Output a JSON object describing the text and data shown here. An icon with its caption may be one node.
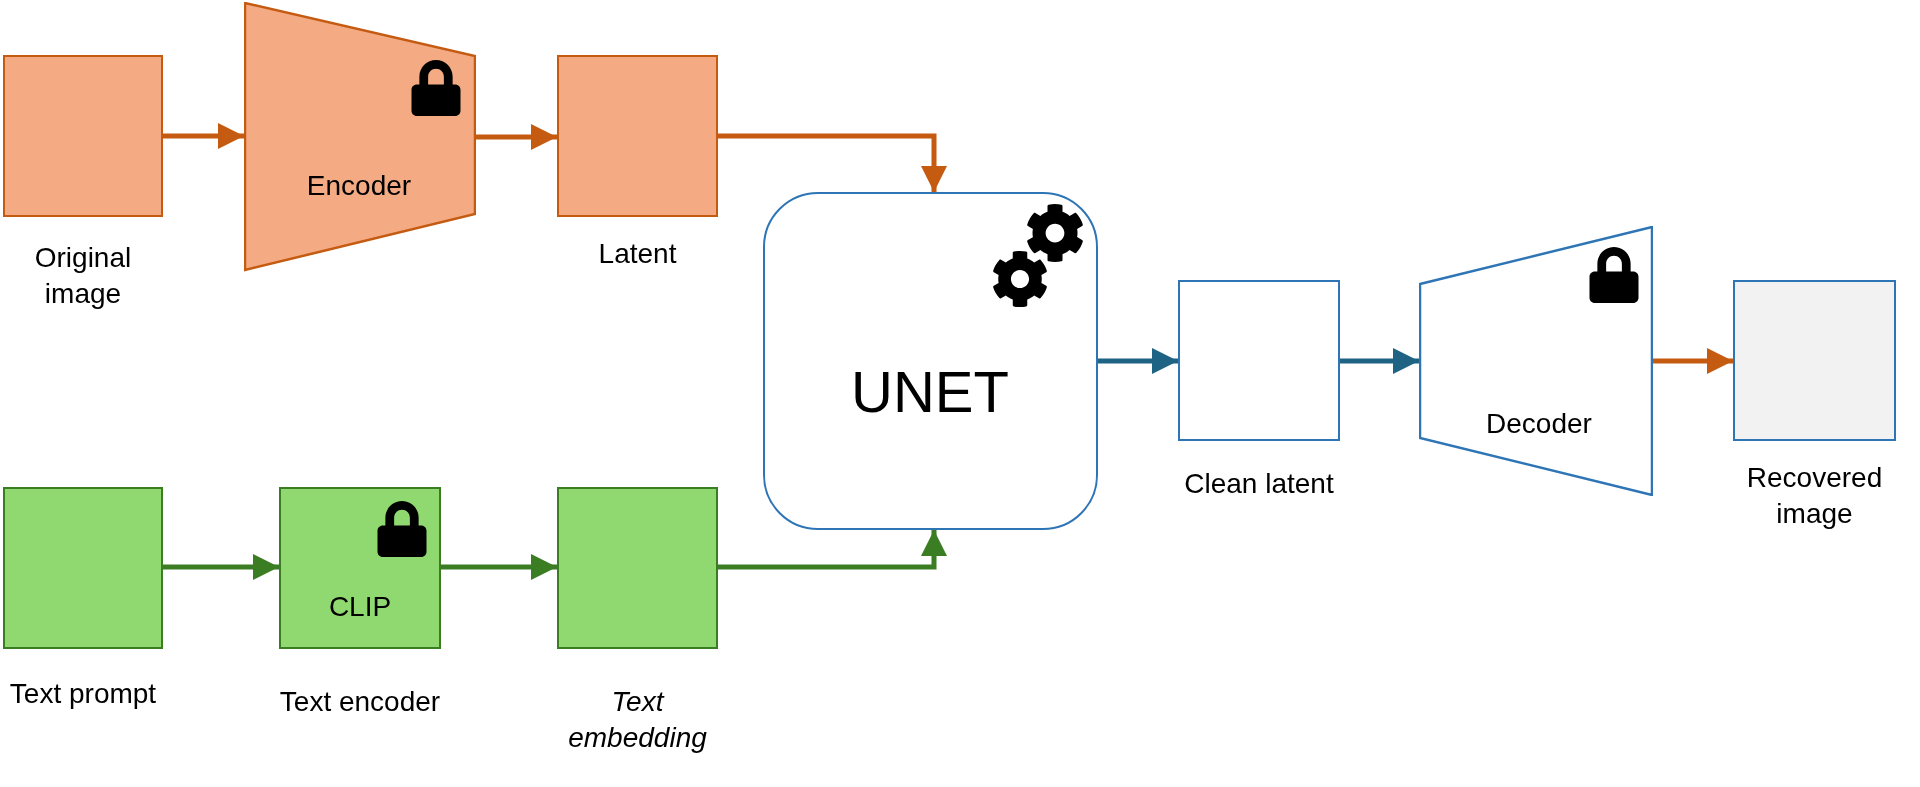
{
  "diagram": {
    "nodes": [
      {
        "text": [],
        "shape": "box",
        "beside": [
          "Original image"
        ]
      },
      {
        "text": [
          "Encoder"
        ]
      },
      {
        "text": [],
        "shape": "box",
        "beside": [
          "Latent"
        ]
      },
      {
        "text": [
          "UNET"
        ]
      },
      {
        "text": [],
        "shape": "box",
        "beside": [
          "Clean latent"
        ]
      },
      {
        "text": [
          "Decoder"
        ]
      },
      {
        "text": [],
        "shape": "box",
        "beside": [
          "Recovered image"
        ]
      },
      {
        "text": [],
        "shape": "box",
        "beside": [
          "Text prompt"
        ]
      },
      {
        "text": [
          "CLIP"
        ],
        "beside": [
          "Text encoder"
        ]
      },
      {
        "text": [],
        "shape": "box",
        "beside": [
          "Text embedding"
        ]
      }
    ],
    "edges": [
      {
        "from": 0,
        "to": 1,
        "arrow": "to",
        "color": "#c55a11"
      },
      {
        "from": 1,
        "to": 2,
        "arrow": "to",
        "color": "#c55a11"
      },
      {
        "from": 2,
        "to": 3,
        "arrow": "to",
        "color": "#c55a11"
      },
      {
        "from": 7,
        "to": 8,
        "arrow": "to",
        "color": "#3b7d23"
      },
      {
        "from": 8,
        "to": 9,
        "arrow": "to",
        "color": "#3b7d23"
      },
      {
        "from": 9,
        "to": 3,
        "arrow": "to",
        "color": "#3b7d23"
      },
      {
        "from": 3,
        "to": 4,
        "arrow": "to",
        "color": "#1f6384"
      },
      {
        "from": 4,
        "to": 5,
        "arrow": "to",
        "color": "#1f6384"
      },
      {
        "from": 5,
        "to": 6,
        "arrow": "to",
        "color": "#c55a11"
      }
    ]
  }
}
